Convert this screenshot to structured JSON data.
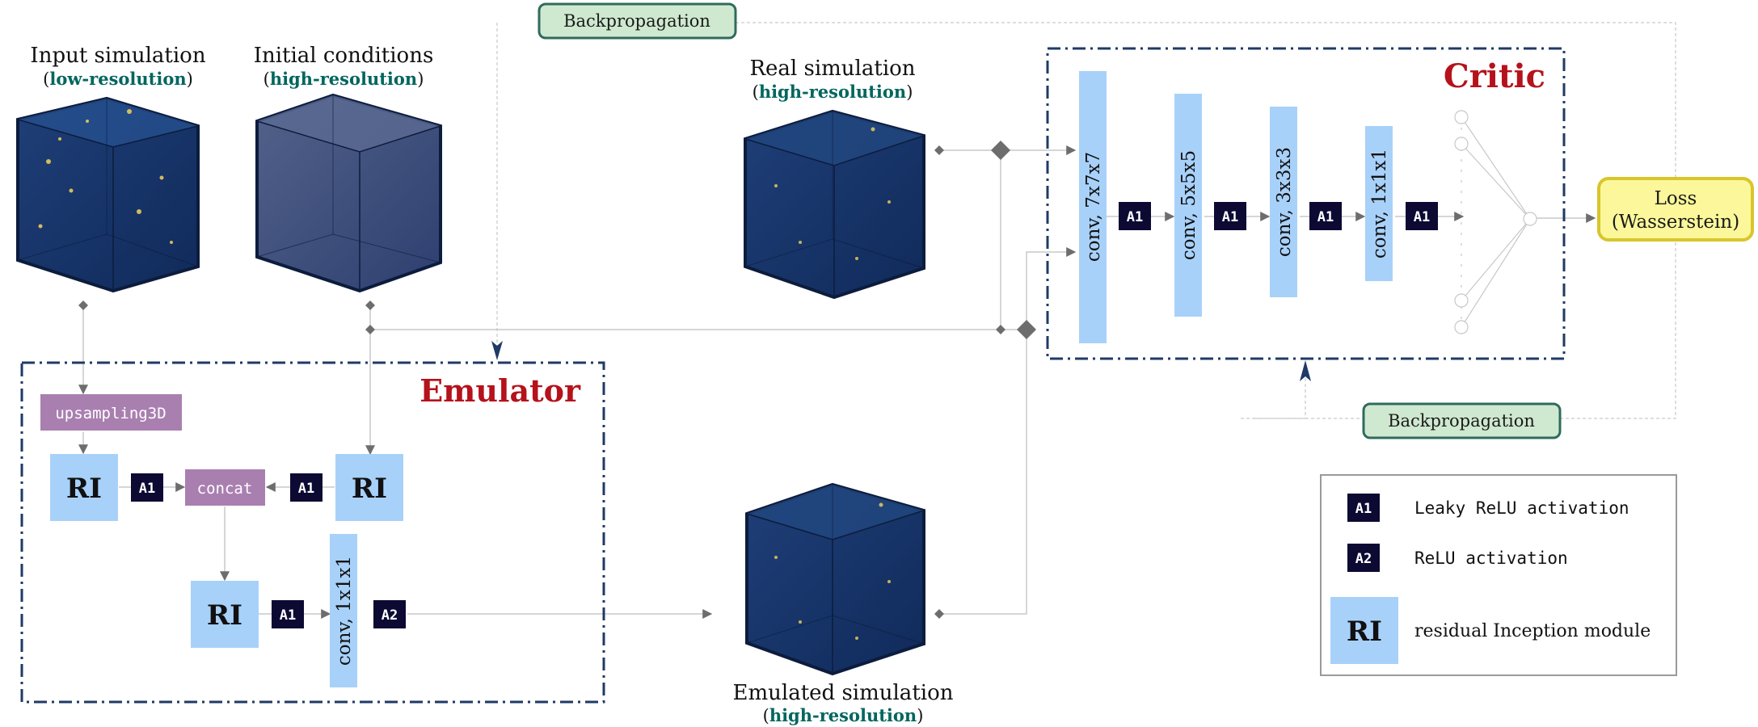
{
  "inputs": {
    "input_sim_title": "Input simulation",
    "input_sim_res": "low-resolution",
    "initial_cond_title": "Initial conditions",
    "initial_cond_res": "high-resolution",
    "real_sim_title": "Real simulation",
    "real_sim_res": "high-resolution",
    "emulated_sim_title": "Emulated simulation",
    "emulated_sim_res": "high-resolution",
    "paren_open": "(",
    "paren_close": ")"
  },
  "backprop": {
    "top_label": "Backpropagation",
    "bottom_label": "Backpropagation"
  },
  "emulator": {
    "title": "Emulator",
    "upsampling_label": "upsampling3D",
    "concat_label": "concat",
    "ri_label": "RI",
    "a1_label": "A1",
    "a2_label": "A2",
    "conv_label": "conv, 1x1x1"
  },
  "critic": {
    "title": "Critic",
    "conv_labels": [
      "conv, 7x7x7",
      "conv, 5x5x5",
      "conv, 3x3x3",
      "conv, 1x1x1"
    ],
    "a1_label": "A1"
  },
  "loss": {
    "line1": "Loss",
    "line2": "(Wasserstein)"
  },
  "legend": {
    "a1_badge": "A1",
    "a1_text": "Leaky ReLU activation",
    "a2_badge": "A2",
    "a2_text": "ReLU activation",
    "ri_badge": "RI",
    "ri_text": "residual Inception module"
  },
  "colors": {
    "navy": "#1f3a66",
    "red": "#b5121b",
    "teal": "#00665e",
    "conv_blue": "#a8d1fa",
    "purple": "#a97fb0",
    "badge_dark": "#0c0a33",
    "backprop_fill": "#cfe9d0",
    "backprop_border": "#2f6b5c",
    "loss_fill": "#fbf79a",
    "loss_border": "#d9c52c"
  }
}
